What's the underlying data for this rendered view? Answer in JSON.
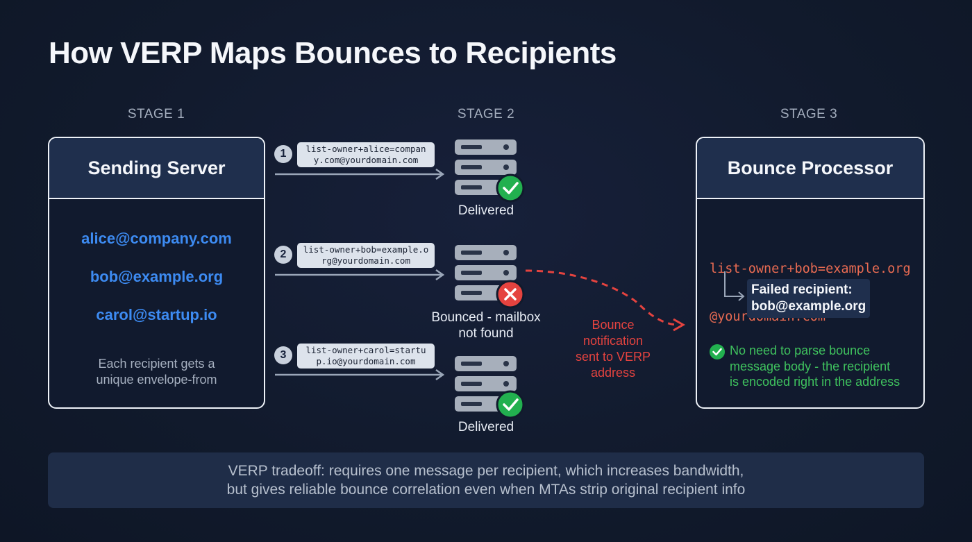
{
  "title": "How VERP Maps Bounces to Recipients",
  "stages": [
    "STAGE 1",
    "STAGE 2",
    "STAGE 3"
  ],
  "sending_server": {
    "title": "Sending Server",
    "recipients": [
      "alice@company.com",
      "bob@example.org",
      "carol@startup.io"
    ],
    "note_line1": "Each recipient gets a",
    "note_line2": "unique envelope-from"
  },
  "messages": [
    {
      "number": "1",
      "envelope": "list-owner+alice=company.com@yourdomain.com",
      "status_line1": "Delivered",
      "status_line2": "",
      "status": "delivered"
    },
    {
      "number": "2",
      "envelope": "list-owner+bob=example.org@yourdomain.com",
      "status_line1": "Bounced - mailbox",
      "status_line2": "not found",
      "status": "bounced"
    },
    {
      "number": "3",
      "envelope": "list-owner+carol=startup.io@yourdomain.com",
      "status_line1": "Delivered",
      "status_line2": "",
      "status": "delivered"
    }
  ],
  "bounce_notification": [
    "Bounce",
    "notification",
    "sent to VERP",
    "address"
  ],
  "bounce_processor": {
    "title": "Bounce Processor",
    "verp_line1": "list-owner+bob=example.org",
    "verp_line2": "@yourdomain.com",
    "failed_label": "Failed recipient:",
    "failed_value": "bob@example.org",
    "note_line1": "No need to parse bounce",
    "note_line2": "message body - the recipient",
    "note_line3": "is encoded right in the address"
  },
  "footer_line1": "VERP tradeoff: requires one message per recipient, which increases bandwidth,",
  "footer_line2": "but gives reliable bounce correlation even when MTAs strip original recipient info",
  "colors": {
    "background": "#111a2c",
    "box_header": "#1f2f4d",
    "email_blue": "#3d8bf2",
    "success_green": "#22b04f",
    "error_red": "#e5433f",
    "verp_orange": "#e96b52",
    "server_gray": "#a7afbb"
  },
  "icons": {
    "server": "server-rack-icon",
    "delivered": "check-circle-icon",
    "bounced": "x-circle-icon",
    "processor_check": "check-circle-icon",
    "link_arrow": "corner-down-right-arrow-icon"
  }
}
